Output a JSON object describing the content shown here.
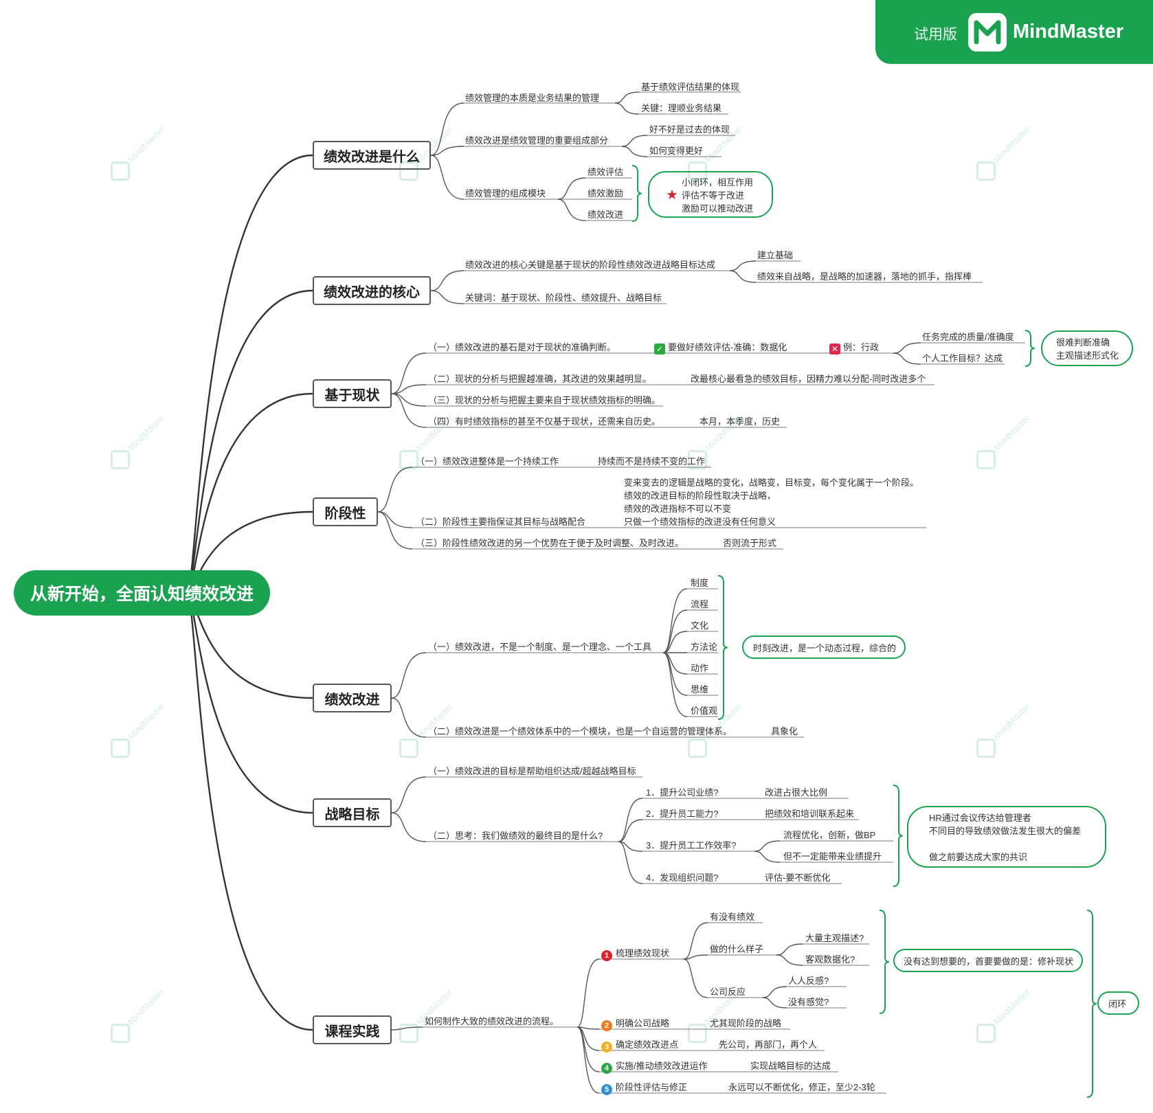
{
  "badge": {
    "trial": "试用版",
    "brand": "MindMaster",
    "brand_color": "#1aa251"
  },
  "watermark": "MindMaster",
  "central": "从新开始，全面认知绩效改进",
  "topics": {
    "t1": "绩效改进是什么",
    "t2": "绩效改进的核心",
    "t3": "基于现状",
    "t4": "阶段性",
    "t5": "绩效改进",
    "t6": "战略目标",
    "t7": "课程实践"
  },
  "t1": {
    "a": "绩效管理的本质是业务结果的管理",
    "a1": "基于绩效评估结果的体现",
    "a2": "关键：理顺业务结果",
    "b": "绩效改进是绩效管理的重要组成部分",
    "b1": "好不好是过去的体现",
    "b2": "如何变得更好",
    "c": "绩效管理的组成模块",
    "c1": "绩效评估",
    "c2": "绩效激励",
    "c3": "绩效改进",
    "callout": "小闭环，相互作用\n评估不等于改进\n激励可以推动改进"
  },
  "t2": {
    "a": "绩效改进的核心关键是基于现状的阶段性绩效改进战略目标达成",
    "a1": "建立基础",
    "a2": "绩效来自战略，是战略的加速器，落地的抓手，指挥棒",
    "b": "关键词：基于现状、阶段性、绩效提升、战略目标"
  },
  "t3": {
    "a": "（一）绩效改进的基石是对于现状的准确判断。",
    "a_check": "要做好绩效评估-准确：数据化",
    "a_cross": "例：行政",
    "a1": "任务完成的质量/准确度",
    "a2": "个人工作目标？达成",
    "callout": "很难判断准确\n主观描述形式化",
    "b": "（二）现状的分析与把握越准确，其改进的效果越明显。",
    "b1": "改最核心最看急的绩效目标，因精力难以分配-同时改进多个",
    "c": "（三）现状的分析与把握主要来自于现状绩效指标的明确。",
    "d": "（四）有时绩效指标的甚至不仅基于现状，还需来自历史。",
    "d1": "本月，本季度，历史"
  },
  "t4": {
    "a": "（一）绩效改进整体是一个持续工作",
    "a1": "持续而不是持续不变的工作",
    "b": "（二）阶段性主要指保证其目标与战略配合",
    "b1": "变来变去的逻辑是战略的变化，战略变，目标变，每个变化属于一个阶段。\n绩效的改进目标的阶段性取决于战略，\n绩效的改进指标不可以不变\n只做一个绩效指标的改进没有任何意义",
    "c": "（三）阶段性绩效改进的另一个优势在于便于及时调整、及时改进。",
    "c1": "否则流于形式"
  },
  "t5": {
    "a": "（一）绩效改进，不是一个制度、是一个理念、一个工具",
    "items": [
      "制度",
      "流程",
      "文化",
      "方法论",
      "动作",
      "思维",
      "价值观"
    ],
    "callout": "时刻改进，是一个动态过程，综合的",
    "b": "（二）绩效改进是一个绩效体系中的一个模块，也是一个自运营的管理体系。",
    "b1": "具象化"
  },
  "t6": {
    "a": "（一）绩效改进的目标是帮助组织达成/超越战略目标",
    "b": "（二）思考：我们做绩效的最终目的是什么?",
    "q1": "1．提升公司业绩?",
    "q1a": "改进占很大比例",
    "q2": "2．提升员工能力?",
    "q2a": "把绩效和培训联系起来",
    "q3": "3．提升员工工作效率?",
    "q3a": "流程优化，创新，做BP",
    "q3b": "但不一定能带来业绩提升",
    "q4": "4．发现组织问题?",
    "q4a": "评估-要不断优化",
    "callout": "HR通过会议传达给管理者\n不同目的导致绩效做法发生很大的偏差\n\n做之前要达成大家的共识"
  },
  "t7": {
    "a": "如何制作大致的绩效改进的流程。",
    "s1": "梳理绩效现状",
    "s1a": "有没有绩效",
    "s1b": "做的什么样子",
    "s1b1": "大量主观描述?",
    "s1b2": "客观数据化?",
    "s1c": "公司反应",
    "s1c1": "人人反感?",
    "s1c2": "没有感觉?",
    "callout1": "没有达到想要的，首要要做的是：修补现状",
    "s2": "明确公司战略",
    "s2a": "尤其现阶段的战略",
    "s3": "确定绩效改进点",
    "s3a": "先公司，再部门，再个人",
    "s4": "实施/推动绩效改进运作",
    "s4a": "实现战略目标的达成",
    "s5": "阶段性评估与修正",
    "s5a": "永远可以不断优化，修正，至少2-3轮",
    "callout2": "闭环",
    "step_nums": [
      "1",
      "2",
      "3",
      "4",
      "5"
    ],
    "step_colors": [
      "#d9262b",
      "#f07a1f",
      "#f2b01e",
      "#2ea843",
      "#2b8fd6"
    ]
  }
}
